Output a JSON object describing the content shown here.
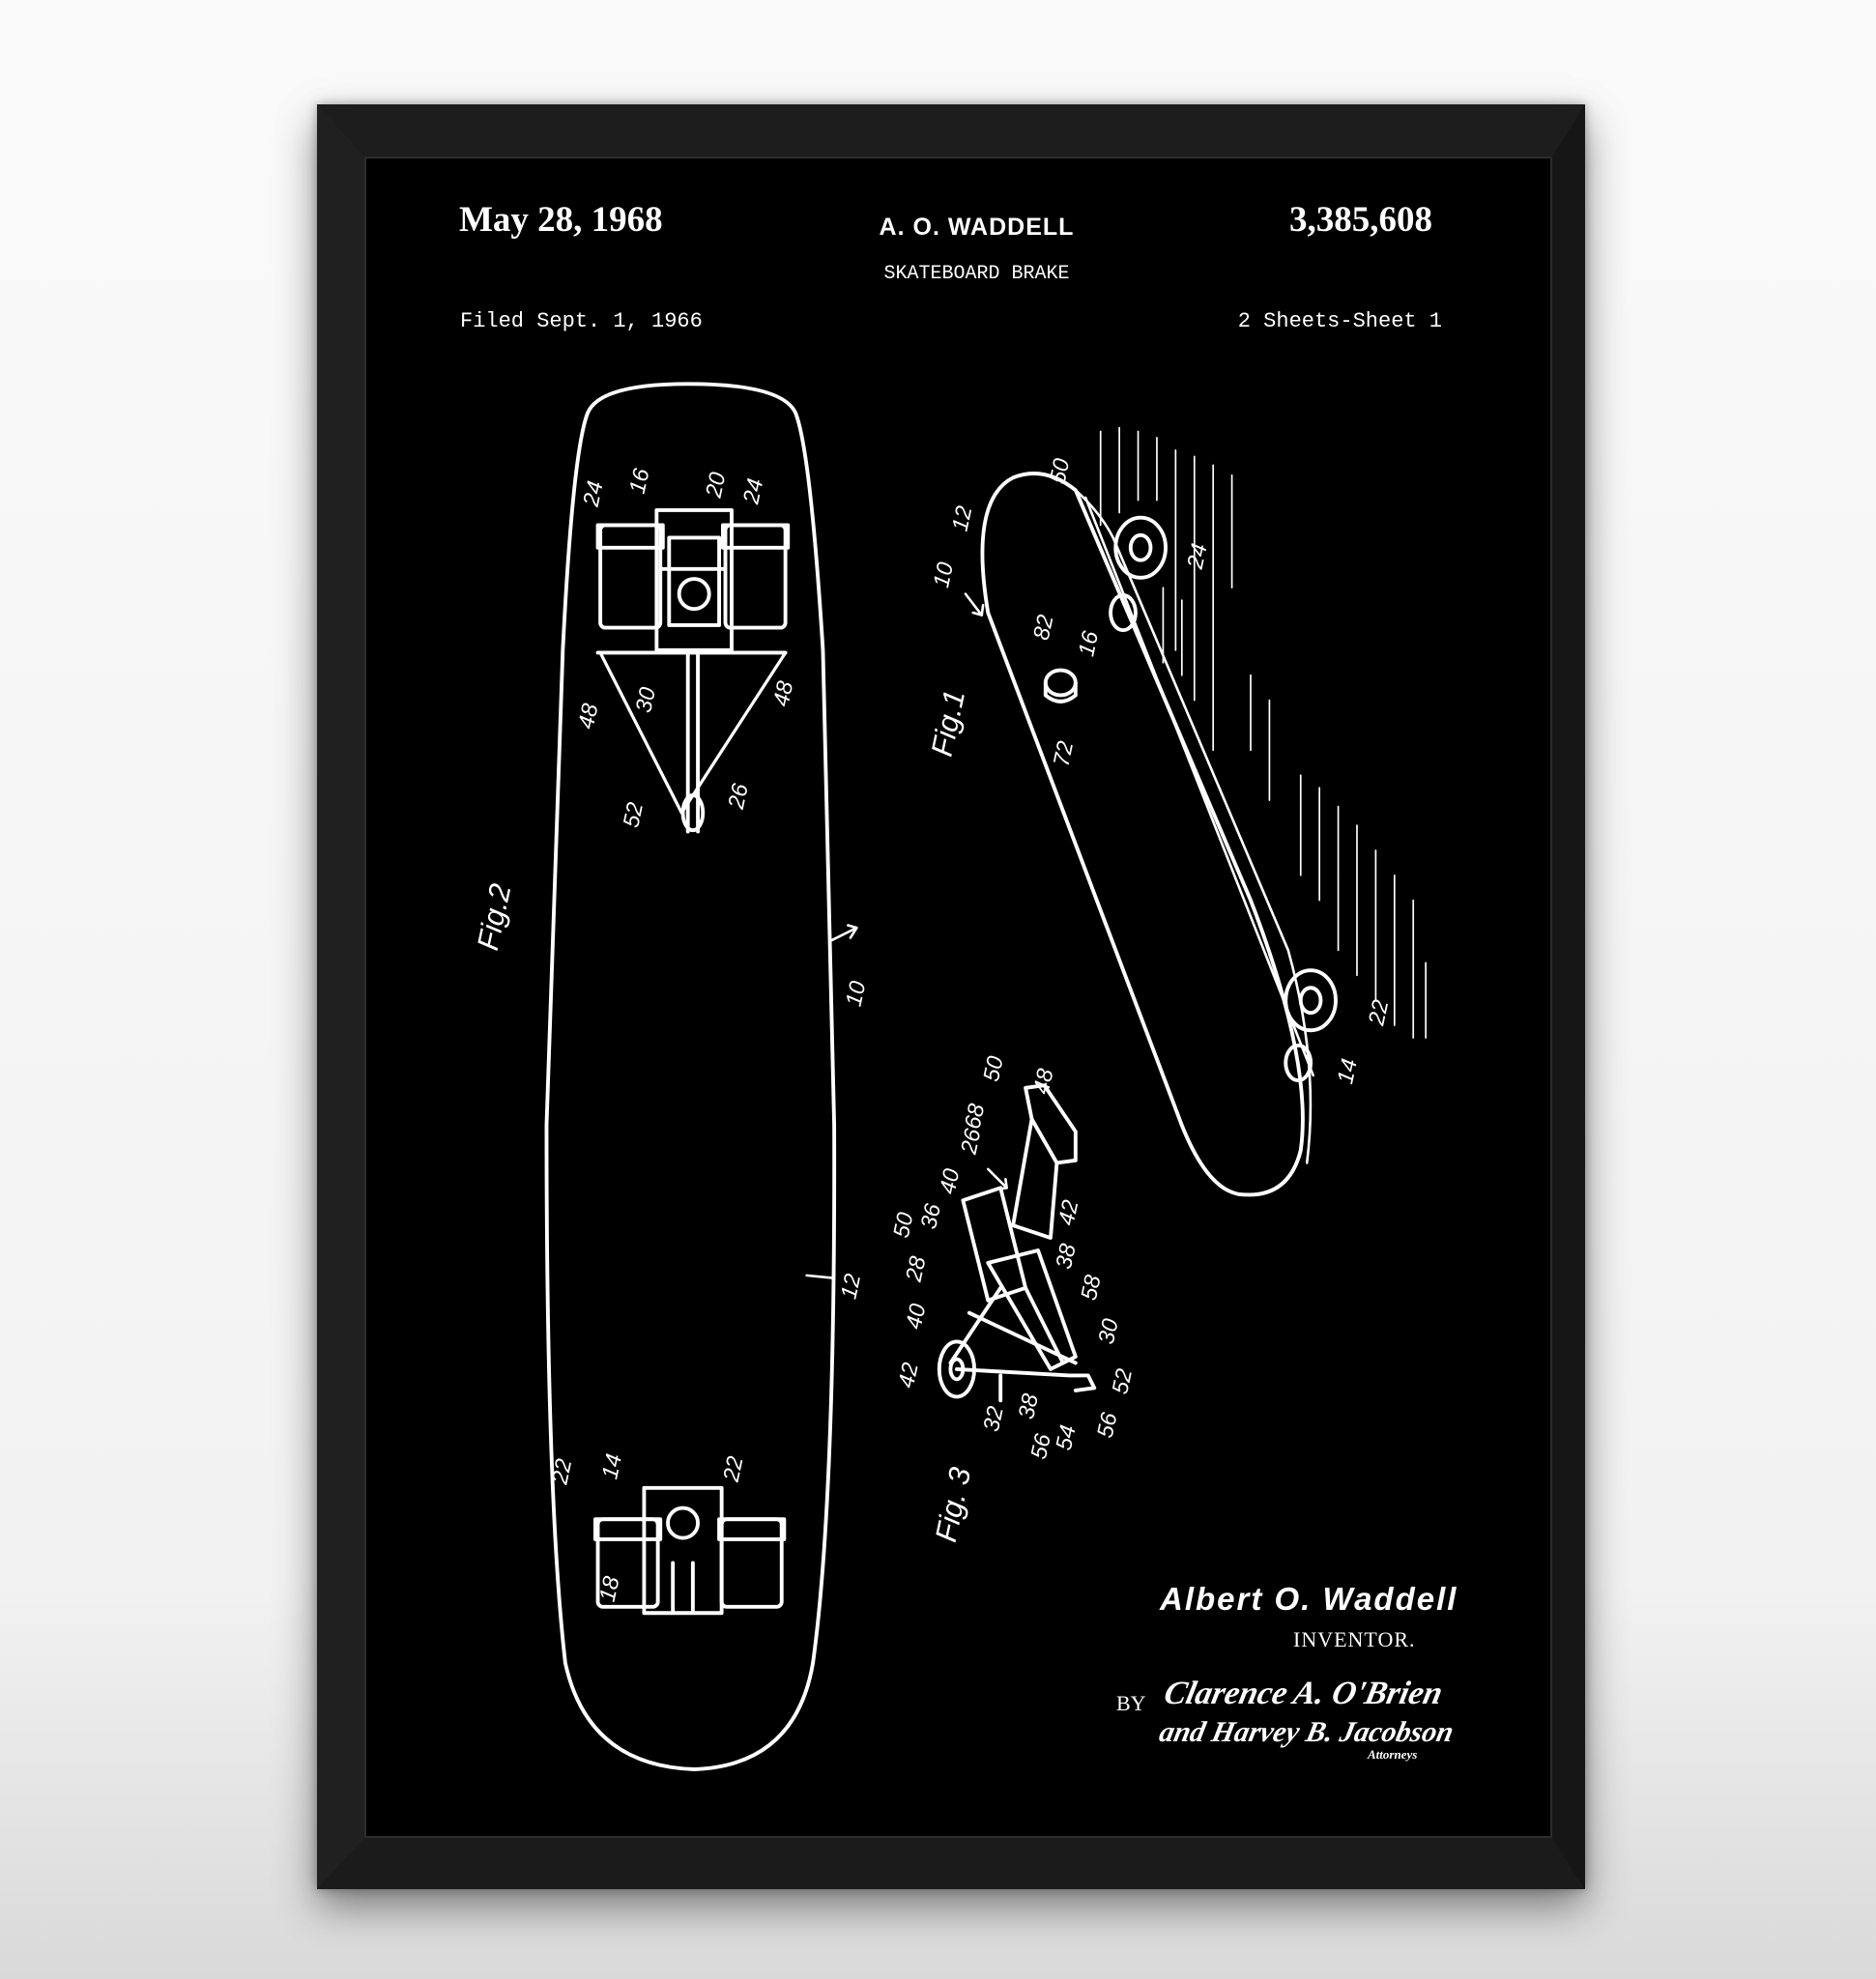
{
  "header": {
    "date": "May 28, 1968",
    "inventor": "A. O. WADDELL",
    "patent_number": "3,385,608",
    "title": "SKATEBOARD BRAKE",
    "filed": "Filed Sept. 1, 1966",
    "sheets": "2 Sheets-Sheet 1"
  },
  "figures": {
    "fig1": {
      "label": "Fig.1",
      "numerals": [
        "50",
        "12",
        "10",
        "24",
        "82",
        "16",
        "72",
        "22",
        "14"
      ]
    },
    "fig2": {
      "label": "Fig.2",
      "numerals": [
        "24",
        "16",
        "20",
        "24",
        "48",
        "30",
        "48",
        "52",
        "26",
        "10",
        "12",
        "22",
        "14",
        "22",
        "18"
      ]
    },
    "fig3": {
      "label": "Fig. 3",
      "numerals": [
        "50",
        "68",
        "48",
        "26",
        "40",
        "36",
        "50",
        "28",
        "40",
        "42",
        "42",
        "38",
        "58",
        "30",
        "52",
        "56",
        "54",
        "56",
        "38",
        "32"
      ]
    }
  },
  "signature": {
    "inventor_name": "Albert O. Waddell",
    "inventor_label": "INVENTOR.",
    "by": "BY",
    "attorney_line1": "Clarence A. O'Brien",
    "attorney_line2": "and Harvey B. Jacobson",
    "attorneys_label": "Attorneys"
  },
  "colors": {
    "frame": "#1d1d1d",
    "poster": "#000000",
    "ink": "#ffffff"
  }
}
